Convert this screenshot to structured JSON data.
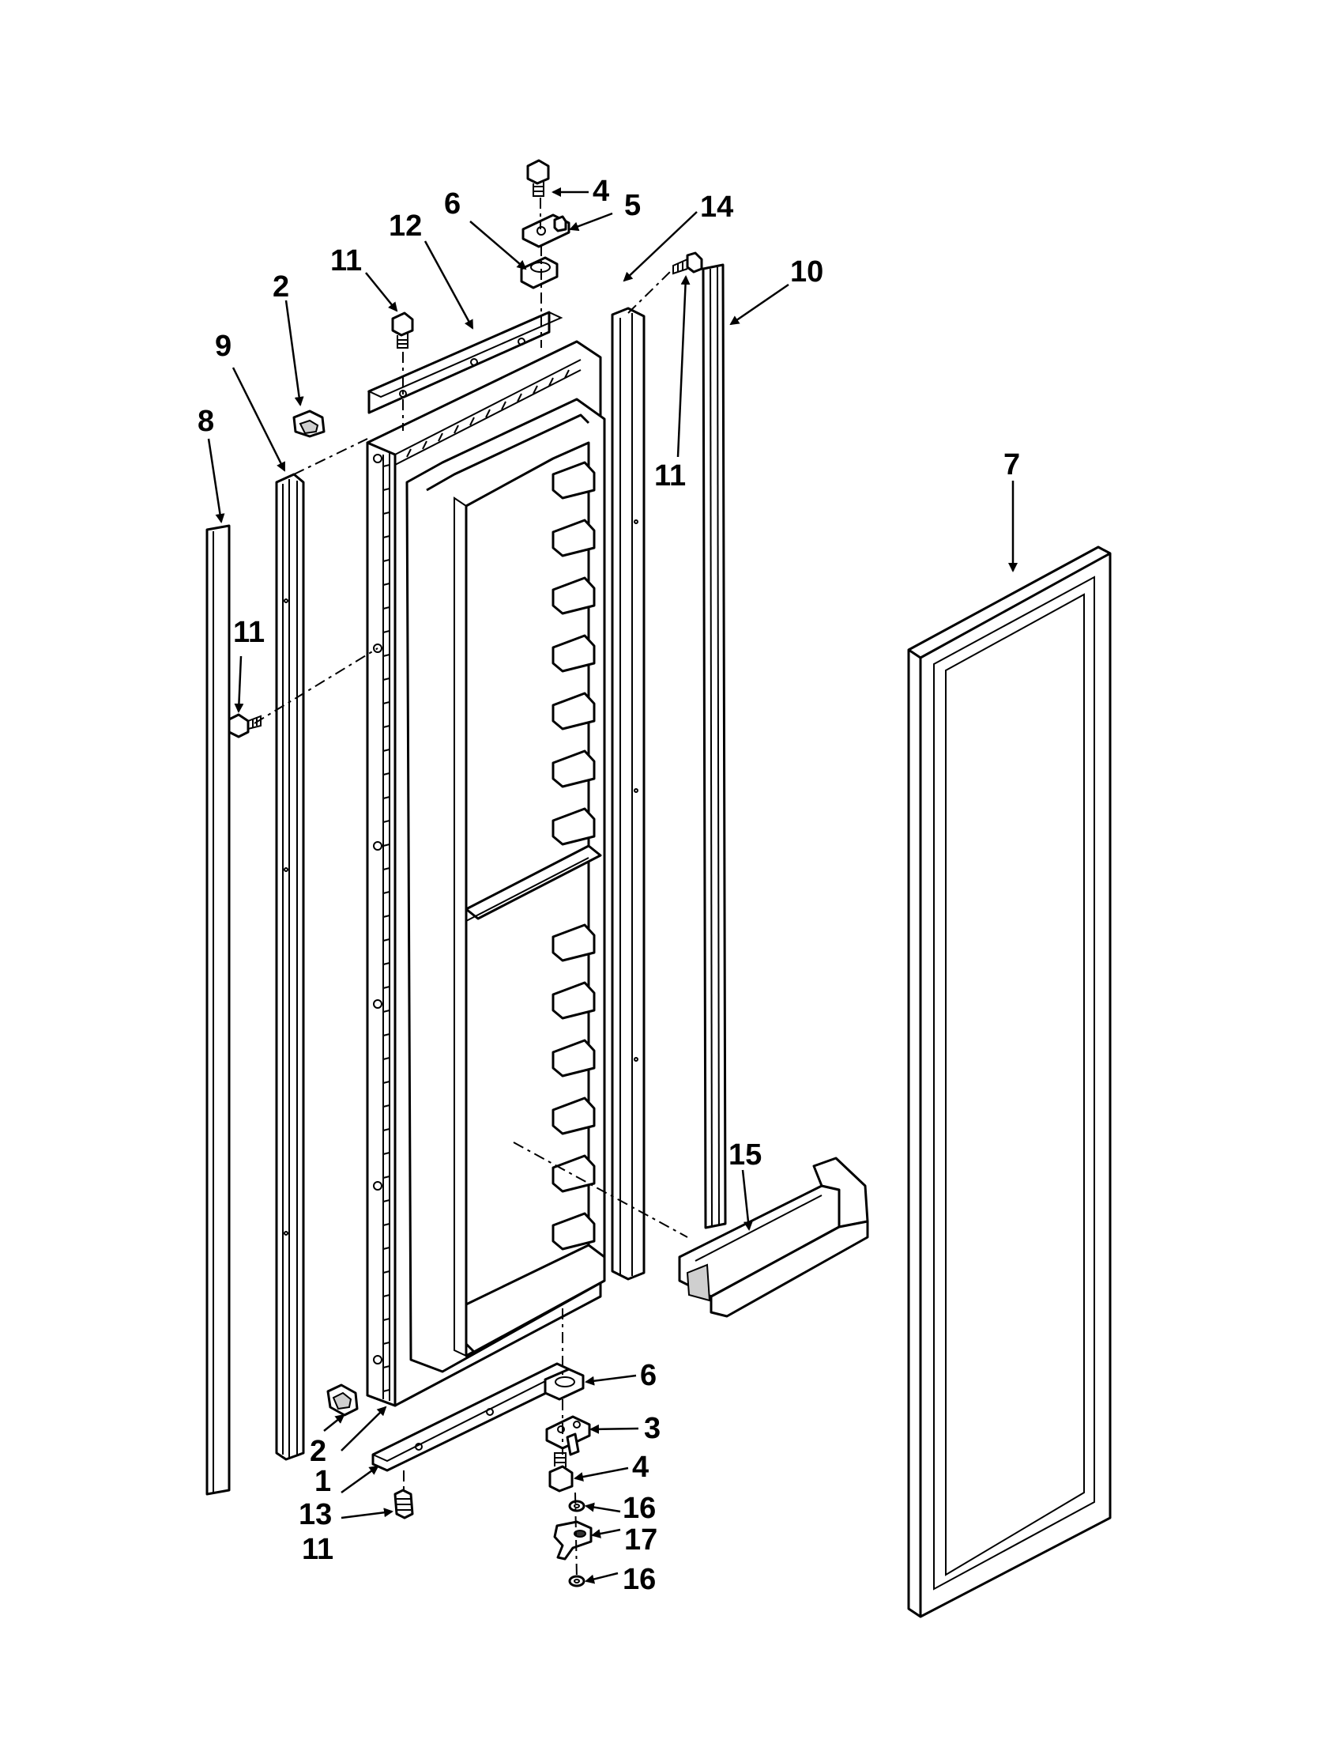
{
  "callouts": [
    "1",
    "2",
    "3",
    "4",
    "5",
    "6",
    "7",
    "8",
    "9",
    "10",
    "11",
    "12",
    "13",
    "14",
    "15",
    "16",
    "17"
  ],
  "labels": {
    "l4a": "4",
    "l5": "5",
    "l6a": "6",
    "l12": "12",
    "l14": "14",
    "l11a": "11",
    "l10": "10",
    "l2a": "2",
    "l9": "9",
    "l8": "8",
    "l11b": "11",
    "l11c": "11",
    "l7": "7",
    "l15": "15",
    "l6b": "6",
    "l3": "3",
    "l4b": "4",
    "l16a": "16",
    "l17": "17",
    "l16b": "16",
    "l2b": "2",
    "l1": "1",
    "l13": "13",
    "l11d": "11"
  }
}
